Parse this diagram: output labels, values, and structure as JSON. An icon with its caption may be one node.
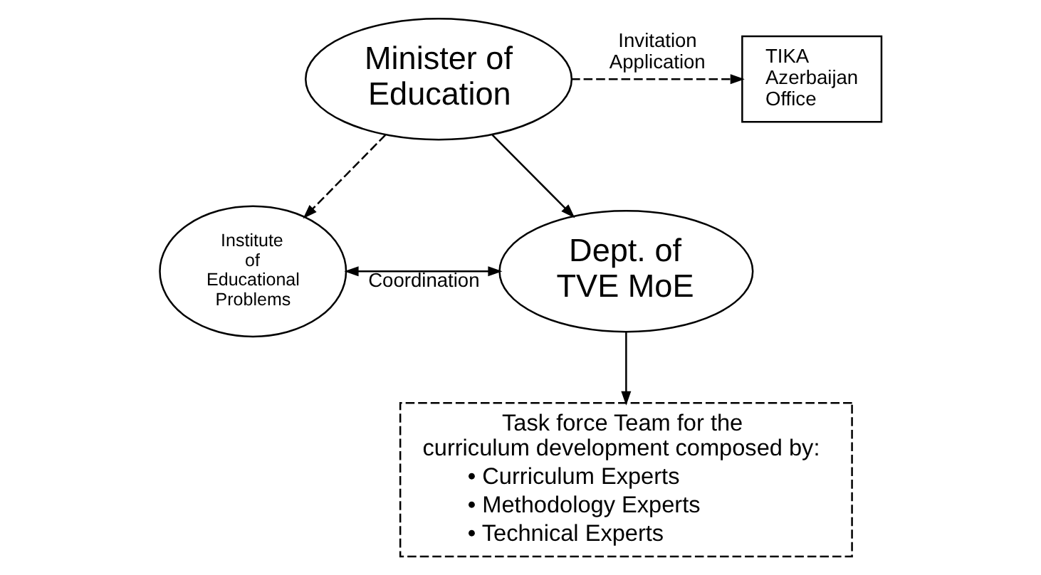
{
  "diagram": {
    "nodes": [
      {
        "text": [
          "Minister of Education"
        ]
      },
      {
        "text": [
          "TIKA Azerbaijan Office"
        ]
      },
      {
        "text": [
          "Institute of Educational Problems"
        ]
      },
      {
        "text": [
          "Dept. of TVE MoE"
        ]
      },
      {
        "text": [
          "Task force Team for the curriculum development composed by:",
          "• Curriculum Experts",
          "• Methodology Experts",
          "• Technical Experts"
        ]
      }
    ],
    "edges": [
      {
        "from": 0,
        "to": 1,
        "arrow": "to",
        "label": "Invitation Application",
        "style": "dashed"
      },
      {
        "from": 0,
        "to": 2,
        "arrow": "to",
        "style": "dashed"
      },
      {
        "from": 0,
        "to": 3,
        "arrow": "to"
      },
      {
        "from": 2,
        "to": 3,
        "arrow": "both",
        "label": "Coordination"
      },
      {
        "from": 3,
        "to": 4,
        "arrow": "to"
      }
    ]
  }
}
